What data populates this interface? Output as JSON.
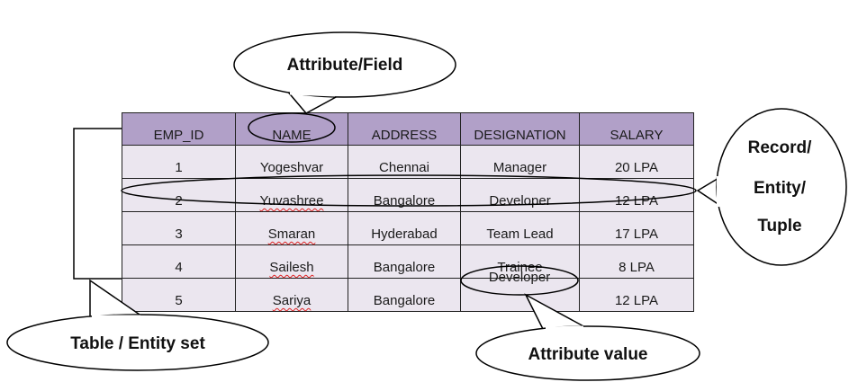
{
  "table": {
    "headers": [
      "EMP_ID",
      "NAME",
      "ADDRESS",
      "DESIGNATION",
      "SALARY"
    ],
    "rows": [
      [
        "1",
        "Yogeshvar",
        "Chennai",
        "Manager",
        "20 LPA"
      ],
      [
        "2",
        "Yuvashree",
        "Bangalore",
        "Developer",
        "12 LPA"
      ],
      [
        "3",
        "Smaran",
        "Hyderabad",
        "Team Lead",
        "17 LPA"
      ],
      [
        "4",
        "Sailesh",
        "Bangalore",
        "Trainee",
        "8 LPA"
      ],
      [
        "5",
        "Sariya",
        "Bangalore",
        "",
        "12 LPA"
      ]
    ],
    "circled_value": "Developer"
  },
  "callouts": {
    "attribute_field": "Attribute/Field",
    "record_line1": "Record/",
    "record_line2": "Entity/",
    "record_line3": "Tuple",
    "table_entity_set": "Table / Entity set",
    "attribute_value": "Attribute value"
  },
  "colors": {
    "header_fill": "#b1a0c8",
    "row_fill": "#ebe6ef",
    "spellcheck_underline": "#d22"
  }
}
